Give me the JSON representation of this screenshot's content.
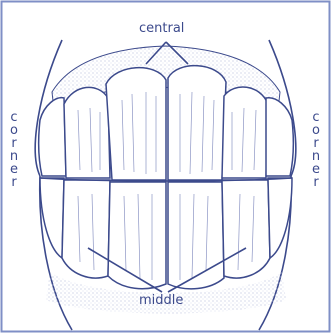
{
  "labels": {
    "top": "central",
    "bottom": "middle",
    "left": "corner",
    "right": "corner"
  },
  "colors": {
    "ink": "#3c4a8c",
    "border": "#7f8fc6",
    "shade": "#c9cde3"
  }
}
